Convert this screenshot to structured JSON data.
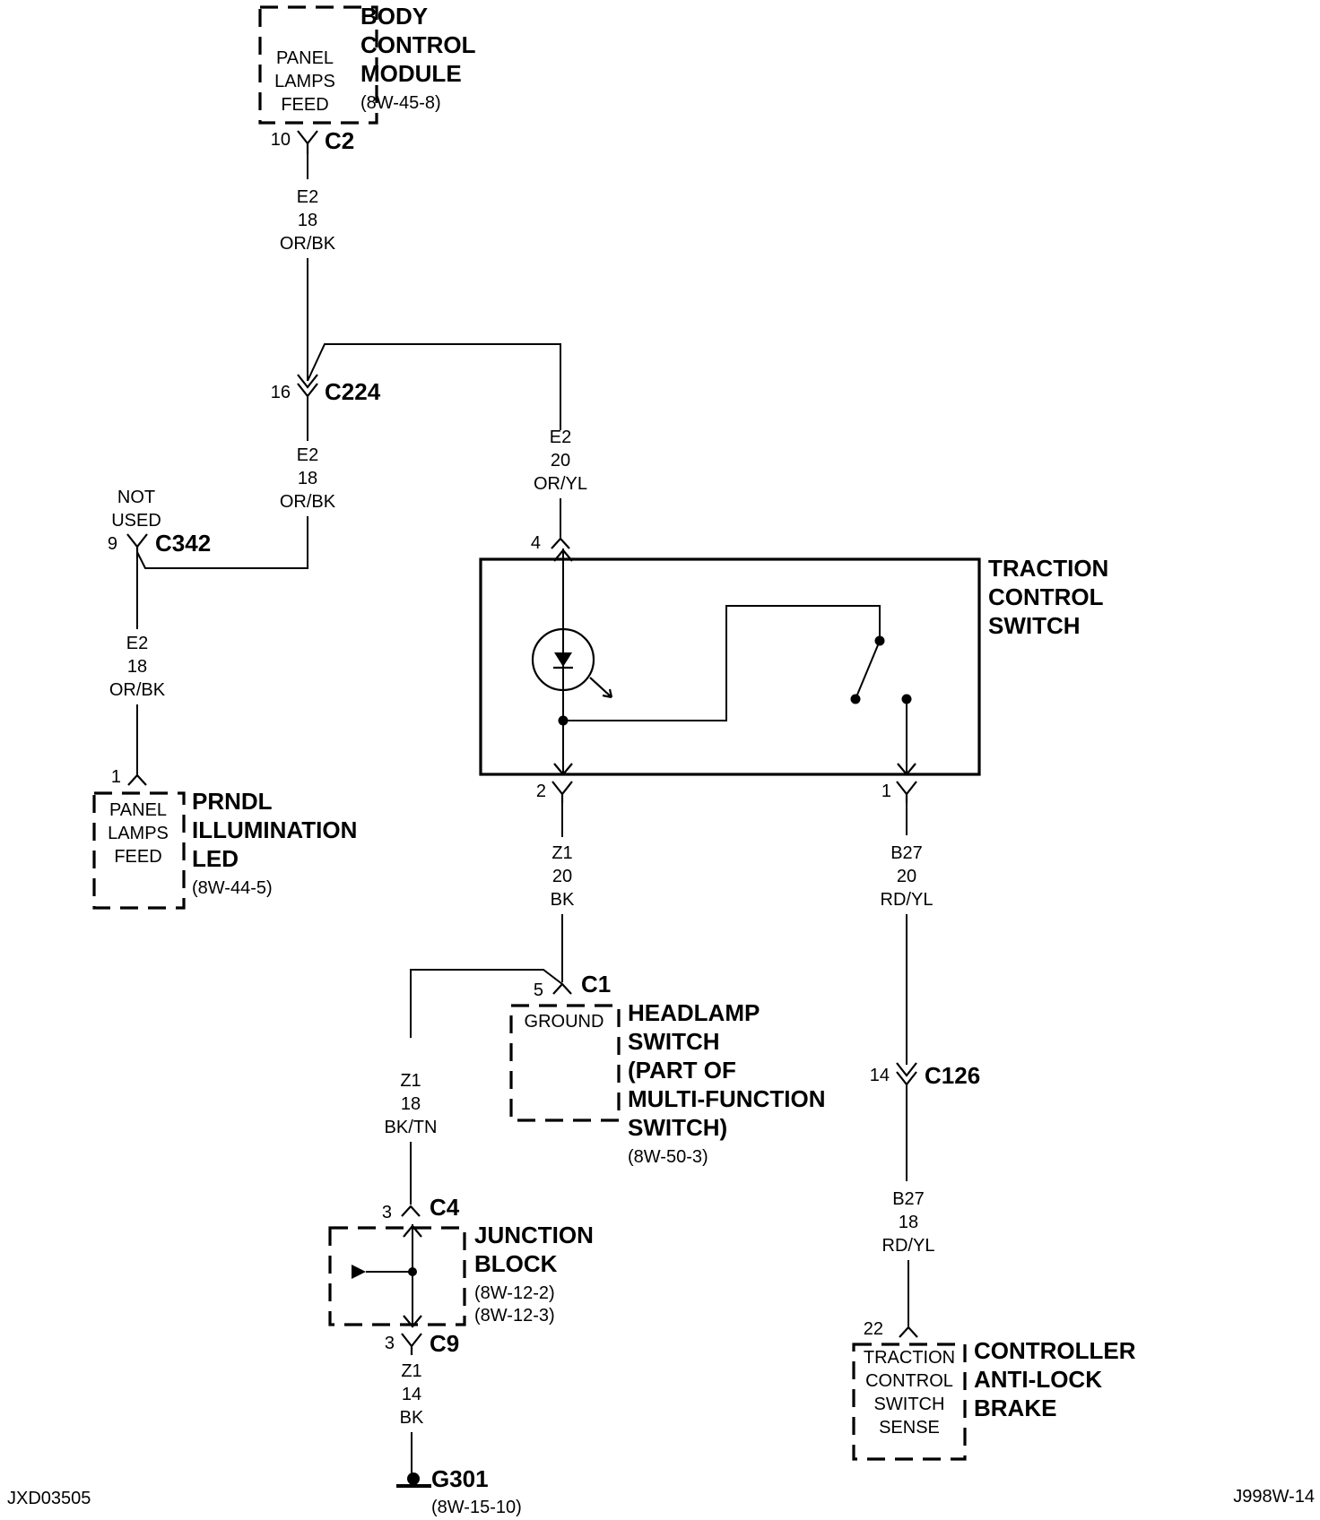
{
  "components": {
    "bcm": {
      "name_l1": "BODY",
      "name_l2": "CONTROL",
      "name_l3": "MODULE",
      "ref": "(8W-45-8)",
      "pin_l1": "PANEL",
      "pin_l2": "LAMPS",
      "pin_l3": "FEED"
    },
    "prndl": {
      "name_l1": "PRNDL",
      "name_l2": "ILLUMINATION",
      "name_l3": "LED",
      "ref": "(8W-44-5)",
      "pin_l1": "PANEL",
      "pin_l2": "LAMPS",
      "pin_l3": "FEED"
    },
    "traction_switch": {
      "name_l1": "TRACTION",
      "name_l2": "CONTROL",
      "name_l3": "SWITCH"
    },
    "headlamp": {
      "name_l1": "HEADLAMP",
      "name_l2": "SWITCH",
      "name_l3": "(PART OF",
      "name_l4": "MULTI-FUNCTION",
      "name_l5": "SWITCH)",
      "ref": "(8W-50-3)",
      "pin": "GROUND"
    },
    "junction": {
      "name_l1": "JUNCTION",
      "name_l2": "BLOCK",
      "ref1": "(8W-12-2)",
      "ref2": "(8W-12-3)"
    },
    "abs": {
      "name_l1": "CONTROLLER",
      "name_l2": "ANTI-LOCK",
      "name_l3": "BRAKE",
      "pin_l1": "TRACTION",
      "pin_l2": "CONTROL",
      "pin_l3": "SWITCH",
      "pin_l4": "SENSE"
    },
    "ground": {
      "name": "G301",
      "ref": "(8W-15-10)"
    }
  },
  "connectors": {
    "c2": {
      "name": "C2",
      "pin": "10"
    },
    "c224": {
      "name": "C224",
      "pin": "16"
    },
    "c342": {
      "name": "C342",
      "pin": "9",
      "note_l1": "NOT",
      "note_l2": "USED"
    },
    "prndl_pin": {
      "pin": "1"
    },
    "ts_pin4": {
      "pin": "4"
    },
    "ts_pin2": {
      "pin": "2"
    },
    "ts_pin1": {
      "pin": "1"
    },
    "c1": {
      "name": "C1",
      "pin": "5"
    },
    "c126": {
      "name": "C126",
      "pin": "14"
    },
    "c4": {
      "name": "C4",
      "pin": "3"
    },
    "c9": {
      "name": "C9",
      "pin": "3"
    },
    "abs_pin": {
      "pin": "22"
    }
  },
  "wires": {
    "w1": {
      "circuit": "E2",
      "gauge": "18",
      "color": "OR/BK"
    },
    "w2": {
      "circuit": "E2",
      "gauge": "18",
      "color": "OR/BK"
    },
    "w3": {
      "circuit": "E2",
      "gauge": "20",
      "color": "OR/YL"
    },
    "w4": {
      "circuit": "E2",
      "gauge": "18",
      "color": "OR/BK"
    },
    "w5": {
      "circuit": "Z1",
      "gauge": "20",
      "color": "BK"
    },
    "w6": {
      "circuit": "B27",
      "gauge": "20",
      "color": "RD/YL"
    },
    "w7": {
      "circuit": "Z1",
      "gauge": "18",
      "color": "BK/TN"
    },
    "w8": {
      "circuit": "B27",
      "gauge": "18",
      "color": "RD/YL"
    },
    "w9": {
      "circuit": "Z1",
      "gauge": "14",
      "color": "BK"
    }
  },
  "footer": {
    "left_code": "JXD03505",
    "right_code": "J998W-14"
  }
}
